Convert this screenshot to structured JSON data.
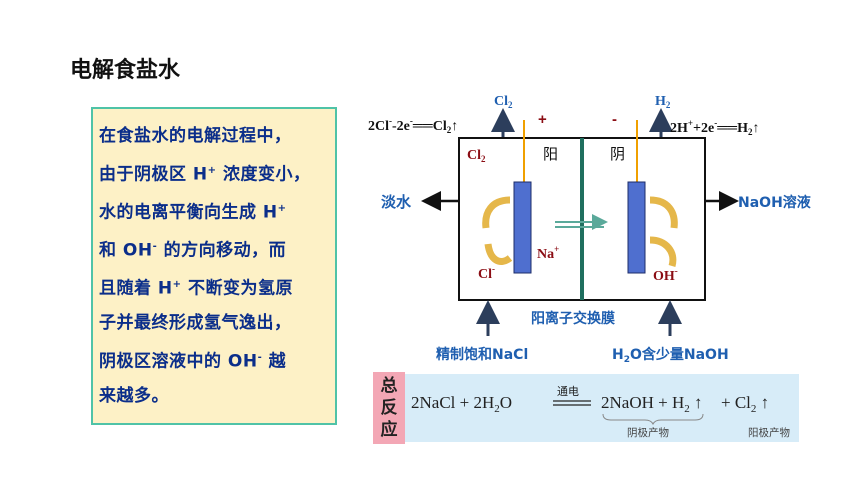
{
  "title": "电解食盐水",
  "explanation": {
    "lines": [
      [
        "在食盐水的电解过程中，"
      ],
      [
        "由于阴极区 H",
        "+",
        " 浓度变小，"
      ],
      [
        "水的电离平衡向生成 H",
        "+"
      ],
      [
        "和 OH",
        "-",
        " 的方向移动，而"
      ],
      [
        "且随着 H",
        "+",
        " 不断变为氢原"
      ],
      [
        "子并最终形成氢气逸出，"
      ],
      [
        "阴极区溶液中的 OH",
        "-",
        " 越"
      ],
      [
        "来越多。"
      ]
    ]
  },
  "diagram": {
    "anode_gas": "Cl",
    "anode_gas_sub": "2",
    "cathode_gas": "H",
    "cathode_gas_sub": "2",
    "anode_eq": {
      "a": "2Cl",
      "b": "-",
      "c": "-2e",
      "d": "-",
      "e": "══Cl",
      "f": "2",
      "g": "↑"
    },
    "cathode_eq": {
      "a": "2H",
      "b": "+",
      "c": "+2e",
      "d": "-",
      "e": "══H",
      "f": "2",
      "g": "↑"
    },
    "plus_sign": "+",
    "minus_sign": "-",
    "cl2_inside": "Cl",
    "cl2_inside_sub": "2",
    "anode_label": "阳",
    "cathode_label": "阴",
    "na_ion": "Na",
    "na_ion_sup": "+",
    "cl_ion": "Cl",
    "cl_ion_sup": "-",
    "oh_ion": "OH",
    "oh_ion_sup": "-",
    "left_out": "淡水",
    "right_out": "NaOH溶液",
    "membrane": "阳离子交换膜",
    "left_in": "精制饱和NaCl",
    "right_in_a": "H",
    "right_in_sub": "2",
    "right_in_b": "O含少量NaOH"
  },
  "reaction": {
    "label_chars": [
      "总",
      "反",
      "应"
    ],
    "reactants": "2NaCl + 2H",
    "reactants_sub": "2",
    "reactants_end": "O",
    "condition": "通电",
    "product1": "2NaOH + H",
    "product1_sub": "2",
    "product1_arrow": " ↑",
    "product2": "+ Cl",
    "product2_sub": "2",
    "product2_arrow": " ↑",
    "cathode_product_note": "阴极产物",
    "anode_product_note": "阳极产物"
  },
  "colors": {
    "blue_text": "#1f5fb0",
    "dark_red": "#8b0d14",
    "electrode": "#4f6fcf",
    "membrane": "#1f6f5f",
    "wire": "#f0a000",
    "arrow": "#2c3e5c"
  }
}
